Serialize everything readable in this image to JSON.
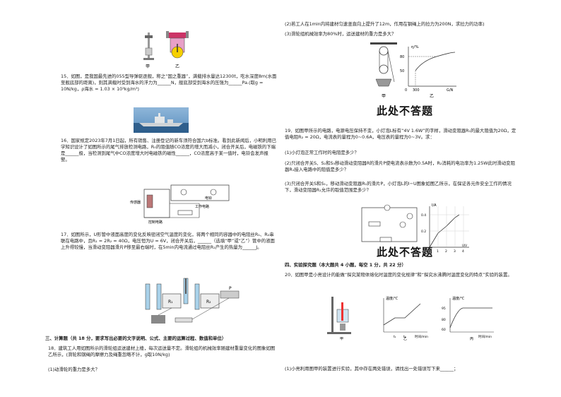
{
  "left": {
    "fig_top_labels": [
      "甲",
      "乙"
    ],
    "q15": "15．如图，是我国最先进的055型导弹驱逐舰，称之“国之重器”，满载排水量达12300t，吃水深度8m(水面至舰底部的距离)，则其满载时受到海水的浮力为______N，舰底部受到海水的压强为______Pa.(取g = 10N/kg，ρ海水 = 1.03 × 10³kg/m³)",
    "q16": "16．国家规定2023年7月1日起，所有销售、注册登记的新车须符合国六b标准。看到此新闻后，小明利用已学知识设计了如图所示的尾气排放检测电路，R₀的阻值随CO浓度的增大而减小，闭合开关后，电磁铁的下端是______极，当检测到尾气中CO浓度增大时电磁铁的磁性______，CO浓度高于某一值时，电铃会发声报警。",
    "q16_fig_labels": [
      "传感器",
      "控制电路",
      "工作电路",
      "电铃"
    ],
    "q17": "17．如图所示，U形管中液面高度的变化反映密闭空气温度的变化，将两个相同的容器中的电阻丝R₁、R₂串联在电路中，且R₁ = 2R₂ = 40Ω，电压恒为U = 6V，闭合开关后，______（选填“甲”或“乙”）管中的液面上升得较慢，当滑动变阻器滑片P移至最右端时，在5min内电流通过电阻丝R₁产生的热量为______J。",
    "q17_fig_labels": [
      "R₁",
      "R₂",
      "P"
    ],
    "section3": "三、计算题（共 18 分，要求写出必要的文字说明、公式、主要的运算过程、数值和单位）",
    "q18": "18．建筑工人用如图所示的滑轮组运送建材上楼，每次运送量不定。滑轮组的机械效率随建材重量变化的图象如图乙所示，(滑轮和钢绳的摩擦力及绳重忽略不计，g取10N/kg)",
    "q18_1": "(1)动滑轮的重力是多大？"
  },
  "right": {
    "q18_2": "(2)若工人在1min内将建材匀速竖直向上提升了12m，作用在钢绳上的拉力为200N，求拉力的功率)",
    "q18_3": "(3)滑轮组机械效率为80%时，运送建材的重力是多大？",
    "q18_graph": {
      "ylabel": "η/%",
      "y_ticks": [
        "80",
        "50"
      ],
      "x_tick": "300",
      "xlabel": "G/N",
      "origin": "0"
    },
    "fig_labels": [
      "甲",
      "乙"
    ],
    "no_answer_1": "此处不答题",
    "q19": "19．如图甲所示的电路，电源电压保持不变，小灯泡L标有“4V 1.6W”的字样，滑动变阻器R₁的最大阻值为20Ω，定值电阻R₂ = 20Ω，电流表的量程为0~0.6A，电压表的量程为0~3V。求：",
    "q19_1": "(1)小灯泡正常工作时的电阻是多少？",
    "q19_2": "(2)只闭合开关S、S₂和S₃移动滑动变阻器R的滑片P使电流表示数为0.5A时，R₂消耗的电功率为1.25W此时滑动变阻器R₁接入电路中的阻值是多少？",
    "q19_3": "(3)只闭合开关S和S₁，移动滑动变阻器R₁的滑片P，小灯泡L的I−U图象如图乙所示，在保证各元件安全工作的情况下，滑动变阻器R₁允许的取值范围是多少？",
    "q19_graph": {
      "ylabel": "I/A",
      "y_ticks": [
        "0.4",
        "0.2"
      ],
      "x_ticks": [
        "1",
        "2",
        "3",
        "4"
      ],
      "xlabel": "U/V",
      "origin": "0"
    },
    "no_answer_2": "此处不答题",
    "section4": "四、实验探究题（本大题共 4 小题，每空 1 分，共 22 分）",
    "q20": "20．如图甲是小亮设计的能做“探究某物体熔化时温度的变化规律”和“探究水沸腾时温度变化的特点”实验的装置。",
    "q20_graph_b": {
      "ylabel": "温度/℃",
      "xlabels": [
        "t₁",
        "t₂"
      ],
      "xlabel": "时间/min"
    },
    "q20_graph_c": {
      "ylabel": "温度/℃",
      "y_ticks": [
        "95",
        "80",
        "60"
      ],
      "xlabel": "时间/min"
    },
    "q20_fig_labels": [
      "甲",
      "乙",
      "丙"
    ],
    "q20_1": "(1)小亮利用图甲的装置进行实验，其中存在两处错误，请找出一处错误写下来______；"
  }
}
